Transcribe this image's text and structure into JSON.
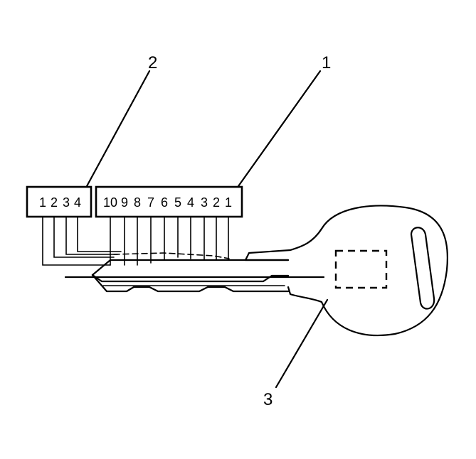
{
  "callouts": {
    "c1": "1",
    "c2": "2",
    "c3": "3"
  },
  "side_cuts": [
    "1",
    "2",
    "3",
    "4"
  ],
  "main_cuts": [
    "10",
    "9",
    "8",
    "7",
    "6",
    "5",
    "4",
    "3",
    "2",
    "1"
  ],
  "colors": {
    "ink": "#000000",
    "background": "#ffffff"
  }
}
